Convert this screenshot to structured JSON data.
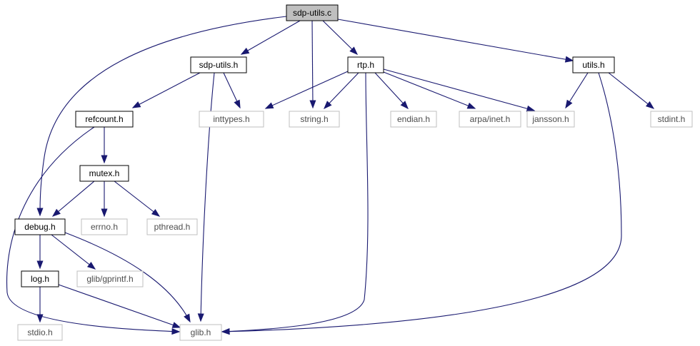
{
  "diagram": {
    "colors": {
      "edge": "#191970",
      "root_fill": "#bfbfbf",
      "local_border": "#000000",
      "system_border": "#bfbfbf",
      "local_text": "#000000",
      "system_text": "#4d4d4d",
      "box_fill": "#ffffff"
    },
    "nodes": [
      {
        "id": "sdp_utils_c",
        "label": "sdp-utils.c",
        "kind": "root"
      },
      {
        "id": "sdp_utils_h",
        "label": "sdp-utils.h",
        "kind": "local"
      },
      {
        "id": "rtp_h",
        "label": "rtp.h",
        "kind": "local"
      },
      {
        "id": "utils_h",
        "label": "utils.h",
        "kind": "local"
      },
      {
        "id": "refcount_h",
        "label": "refcount.h",
        "kind": "local"
      },
      {
        "id": "inttypes_h",
        "label": "inttypes.h",
        "kind": "system"
      },
      {
        "id": "string_h",
        "label": "string.h",
        "kind": "system"
      },
      {
        "id": "endian_h",
        "label": "endian.h",
        "kind": "system"
      },
      {
        "id": "arpa_inet_h",
        "label": "arpa/inet.h",
        "kind": "system"
      },
      {
        "id": "jansson_h",
        "label": "jansson.h",
        "kind": "system"
      },
      {
        "id": "stdint_h",
        "label": "stdint.h",
        "kind": "system"
      },
      {
        "id": "mutex_h",
        "label": "mutex.h",
        "kind": "local"
      },
      {
        "id": "debug_h",
        "label": "debug.h",
        "kind": "local"
      },
      {
        "id": "errno_h",
        "label": "errno.h",
        "kind": "system"
      },
      {
        "id": "pthread_h",
        "label": "pthread.h",
        "kind": "system"
      },
      {
        "id": "log_h",
        "label": "log.h",
        "kind": "local"
      },
      {
        "id": "glib_gprintf_h",
        "label": "glib/gprintf.h",
        "kind": "system"
      },
      {
        "id": "stdio_h",
        "label": "stdio.h",
        "kind": "system"
      },
      {
        "id": "glib_h",
        "label": "glib.h",
        "kind": "system"
      }
    ],
    "edges": [
      {
        "from": "sdp_utils_c",
        "to": "sdp_utils_h"
      },
      {
        "from": "sdp_utils_c",
        "to": "string_h"
      },
      {
        "from": "sdp_utils_c",
        "to": "rtp_h"
      },
      {
        "from": "sdp_utils_c",
        "to": "utils_h"
      },
      {
        "from": "sdp_utils_c",
        "to": "debug_h"
      },
      {
        "from": "sdp_utils_h",
        "to": "refcount_h"
      },
      {
        "from": "sdp_utils_h",
        "to": "inttypes_h"
      },
      {
        "from": "sdp_utils_h",
        "to": "glib_h"
      },
      {
        "from": "rtp_h",
        "to": "inttypes_h"
      },
      {
        "from": "rtp_h",
        "to": "string_h"
      },
      {
        "from": "rtp_h",
        "to": "endian_h"
      },
      {
        "from": "rtp_h",
        "to": "arpa_inet_h"
      },
      {
        "from": "rtp_h",
        "to": "jansson_h"
      },
      {
        "from": "rtp_h",
        "to": "glib_h"
      },
      {
        "from": "utils_h",
        "to": "jansson_h"
      },
      {
        "from": "utils_h",
        "to": "stdint_h"
      },
      {
        "from": "utils_h",
        "to": "glib_h"
      },
      {
        "from": "refcount_h",
        "to": "mutex_h"
      },
      {
        "from": "refcount_h",
        "to": "glib_h"
      },
      {
        "from": "mutex_h",
        "to": "debug_h"
      },
      {
        "from": "mutex_h",
        "to": "errno_h"
      },
      {
        "from": "mutex_h",
        "to": "pthread_h"
      },
      {
        "from": "debug_h",
        "to": "log_h"
      },
      {
        "from": "debug_h",
        "to": "glib_gprintf_h"
      },
      {
        "from": "debug_h",
        "to": "glib_h"
      },
      {
        "from": "log_h",
        "to": "stdio_h"
      },
      {
        "from": "log_h",
        "to": "glib_h"
      }
    ]
  }
}
